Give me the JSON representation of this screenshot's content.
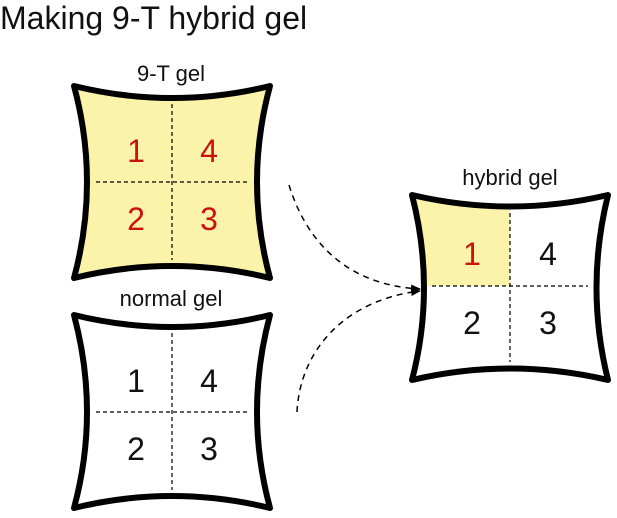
{
  "title": "Making 9-T hybrid gel",
  "colors": {
    "highlight_fill": "#fbf3a9",
    "outline": "#000000",
    "red_number": "#cc1111",
    "black_number": "#111111"
  },
  "gels": [
    {
      "label": "9-T gel",
      "fill": "full",
      "numbers": [
        "1",
        "4",
        "2",
        "3"
      ],
      "number_color": "red"
    },
    {
      "label": "normal gel",
      "fill": "none",
      "numbers": [
        "1",
        "4",
        "2",
        "3"
      ],
      "number_color": "black"
    },
    {
      "label": "hybrid gel",
      "fill": "quadrant-1",
      "numbers": [
        "1",
        "4",
        "2",
        "3"
      ],
      "number_color": "mixed"
    }
  ],
  "arrows": [
    "9-T gel to hybrid gel",
    "normal gel to hybrid gel"
  ]
}
